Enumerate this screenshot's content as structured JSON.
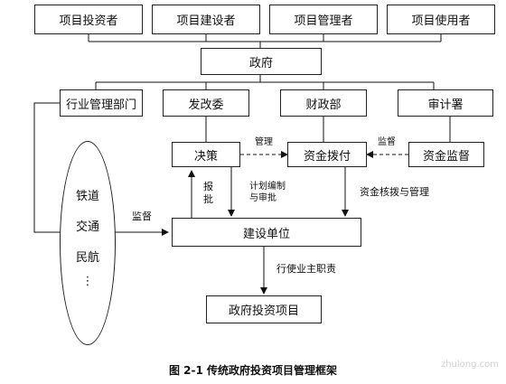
{
  "boxes": {
    "investor": "项目投资者",
    "builder": "项目建设者",
    "manager": "项目管理者",
    "user": "项目使用者",
    "government": "政府",
    "industry_dept": "行业管理部门",
    "ndrc": "发改委",
    "finance": "财政部",
    "audit": "审计署",
    "decision": "决策",
    "fund_payment": "资金拨付",
    "fund_supervision": "资金监督",
    "construction_unit": "建设单位",
    "gov_project": "政府投资项目"
  },
  "oval_items": [
    "铁道",
    "交通",
    "民航",
    "⋮"
  ],
  "labels": {
    "management": "管理",
    "supervision_top": "监督",
    "report_approval": "报\n批",
    "plan_approval": "计划编制\n与审批",
    "fund_review": "资金核拨与管理",
    "supervision_left": "监督",
    "owner_responsibility": "行使业主职责"
  },
  "caption": "图 2-1   传统政府投资项目管理框架",
  "watermark": "zhulong.com"
}
